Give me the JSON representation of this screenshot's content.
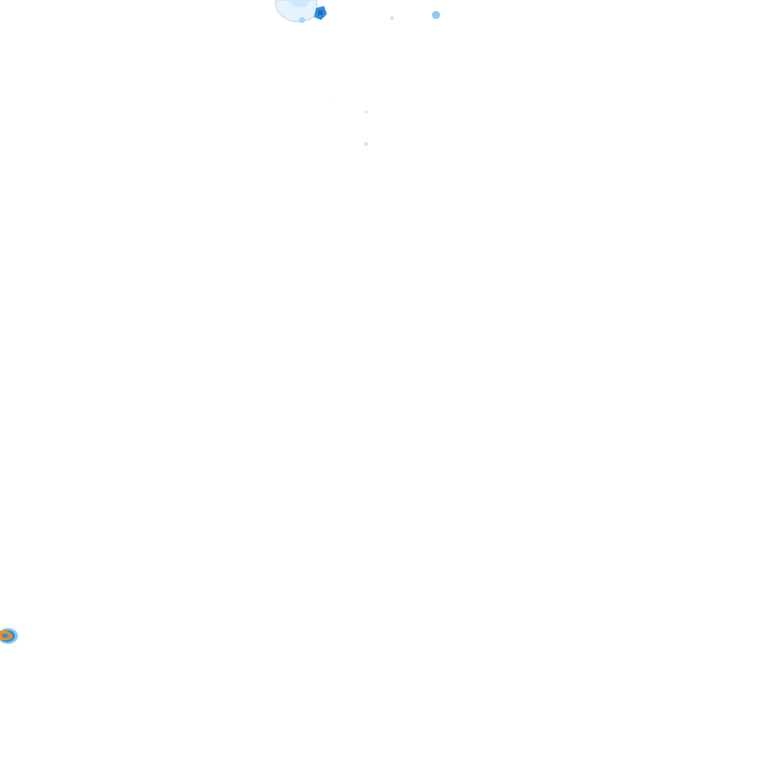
{
  "map": {
    "kind": "precipitation-radar-tile",
    "background_color": "#ffffff",
    "legend_colors": {
      "light": "#cfe8fb",
      "moderate": "#8fc9f2",
      "heavy": "#2f8fe0",
      "intense": "#f28c1e"
    },
    "echoes": [
      {
        "id": "cluster-north-a",
        "intensity": "light"
      },
      {
        "id": "cluster-north-a-core",
        "intensity": "heavy"
      },
      {
        "id": "cluster-north-b",
        "intensity": "moderate"
      },
      {
        "id": "speck-center-1",
        "intensity": "light"
      },
      {
        "id": "speck-center-2",
        "intensity": "light"
      },
      {
        "id": "cell-southwest",
        "intensity": "intense"
      }
    ]
  }
}
